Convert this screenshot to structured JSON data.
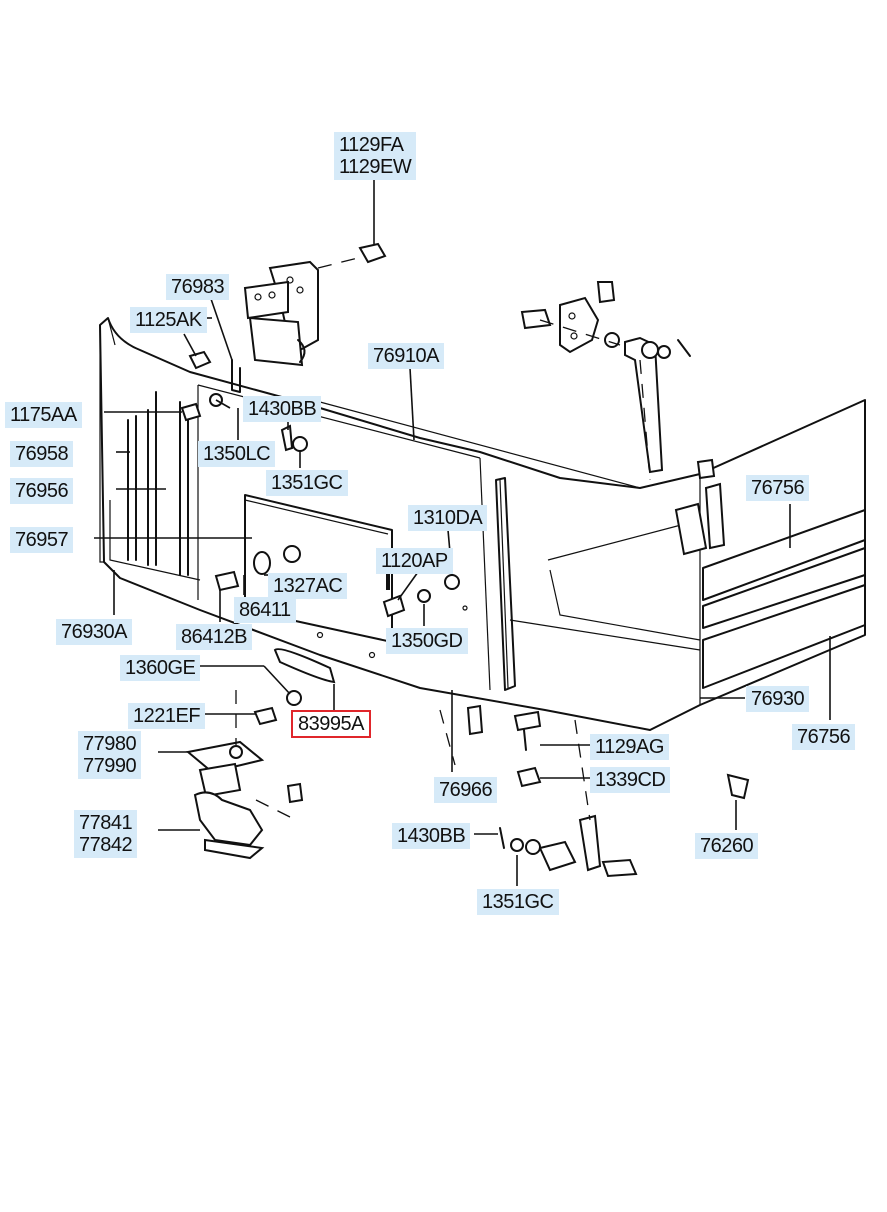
{
  "labels": {
    "l1129fa": "1129FA",
    "l1129ew": "1129EW",
    "l76983": "76983",
    "l1125ak": "1125AK",
    "l76910a": "76910A",
    "l1175aa": "1175AA",
    "l1430bb_top": "1430BB",
    "l76958": "76958",
    "l1350lc": "1350LC",
    "l1351gc_top": "1351GC",
    "l76956": "76956",
    "l76756_top": "76756",
    "l1310da": "1310DA",
    "l76957": "76957",
    "l1120ap": "1120AP",
    "l1327ac": "1327AC",
    "l86411": "86411",
    "l76930a": "76930A",
    "l86412b": "86412B",
    "l1350gd": "1350GD",
    "l1360ge": "1360GE",
    "l76930": "76930",
    "l1221ef": "1221EF",
    "l83995a": "83995A",
    "l76756_bot": "76756",
    "l77980": "77980",
    "l77990": "77990",
    "l1129ag": "1129AG",
    "l76966": "76966",
    "l1339cd": "1339CD",
    "l77841": "77841",
    "l77842": "77842",
    "l1430bb_bot": "1430BB",
    "l76260": "76260",
    "l1351gc_bot": "1351GC"
  },
  "highlight": {
    "part": "83995A",
    "color": "#e0262b"
  },
  "label_bg": "#d6eaf8"
}
